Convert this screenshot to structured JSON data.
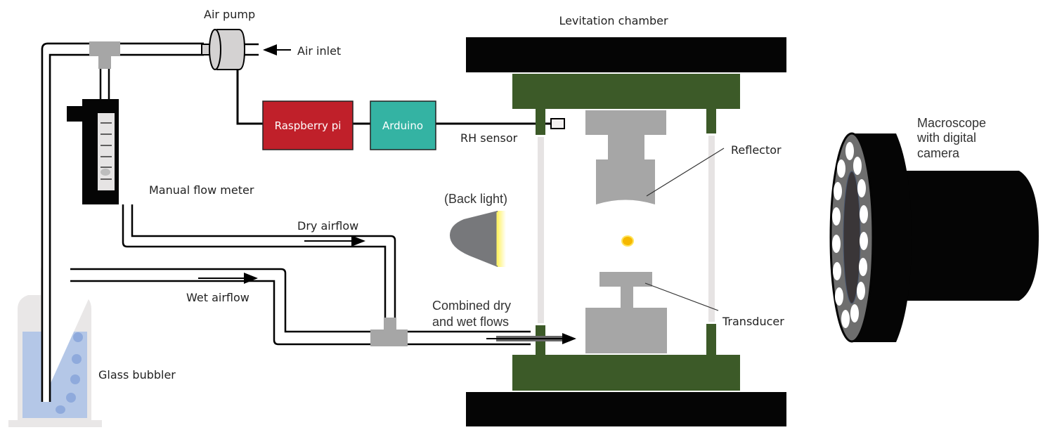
{
  "labels": {
    "air_pump": "Air pump",
    "air_inlet": "Air inlet",
    "raspberry_pi": "Raspberry pi",
    "arduino": "Arduino",
    "rh_sensor": "RH sensor",
    "levitation_chamber": "Levitation chamber",
    "reflector": "Reflector",
    "macroscope": [
      "Macroscope",
      "with digital",
      "camera"
    ],
    "back_light": "(Back light)",
    "manual_flow_meter": "Manual flow meter",
    "dry_airflow": "Dry airflow",
    "wet_airflow": "Wet airflow",
    "combined_flows": [
      "Combined dry",
      "and wet flows"
    ],
    "transducer": "Transducer",
    "glass_bubbler": "Glass bubbler"
  },
  "colors": {
    "raspberry_pi": "#c0202a",
    "arduino": "#34b3a3",
    "chamber_frame": "#3c5a28",
    "plate": "#050505",
    "metal": "#a6a6a6",
    "water": "#b4c7e7",
    "bubble": "#8faadc",
    "droplet": "#f5b800",
    "light": "#fff36a"
  }
}
